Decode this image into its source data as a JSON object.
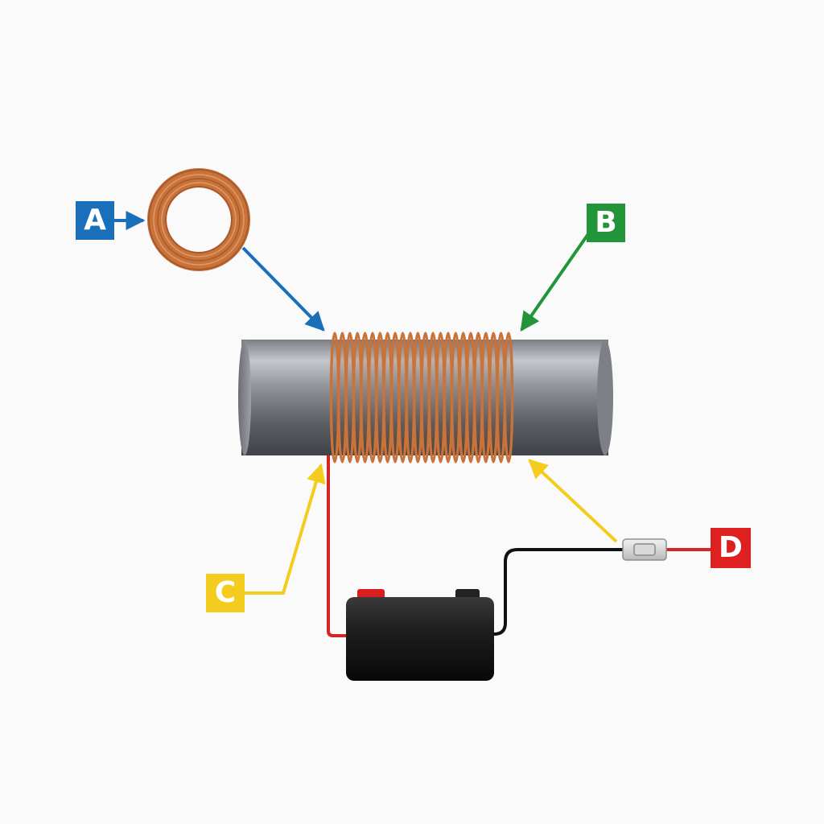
{
  "labels": {
    "a": {
      "text": "A",
      "color": "#1a6fba"
    },
    "b": {
      "text": "B",
      "color": "#22943a"
    },
    "c": {
      "text": "C",
      "color": "#f3cc1d"
    },
    "d": {
      "text": "D",
      "color": "#df2020"
    }
  },
  "colors": {
    "copper": "#c8733b",
    "iron_core": "#9a9da1",
    "battery": "#1b1b1b",
    "positive_terminal": "#d81e1e",
    "wire_red": "#d42424",
    "wire_black": "#111111",
    "background": "#fafafa"
  },
  "icons": {
    "coil": "copper-wire-spool-icon",
    "core": "iron-core-cylinder",
    "battery": "battery-icon",
    "switch": "switch-icon"
  }
}
